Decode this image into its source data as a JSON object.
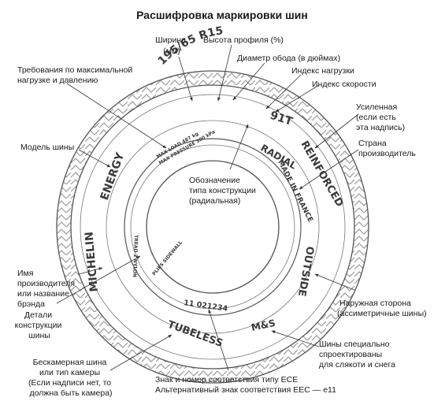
{
  "title": "Расшифровка маркировки шин",
  "tyre": {
    "size": "195/65 R15",
    "load_speed": "91T",
    "radial": "RADIAL",
    "reinforced": "REINFORCED",
    "energy": "ENERGY",
    "made_in": "MADE IN FRANCE",
    "michelin": "MICHELIN",
    "outside": "OUTSIDE",
    "tubeless": "TUBELESS",
    "ms": "M&S",
    "approval": "11 021234",
    "max_load": "MAX LOAD 487 kg",
    "max_pressure": "MAX PRESSURE 300 kPa",
    "tread": "TREAD 2 NYLON",
    "plies": "PLIES SIDEWALL"
  },
  "labels": {
    "width": [
      "Ширина",
      "(мм)"
    ],
    "profile": [
      "Высота профиля (%)"
    ],
    "rim": [
      "Диаметр обода (в дюймах)"
    ],
    "load_index": [
      "Индекс нагрузки"
    ],
    "speed_index": [
      "Индекс скорости"
    ],
    "max_load": [
      "Требования по максимальной",
      "нагрузке и давлению"
    ],
    "reinforced": [
      "Усиленная",
      "(если есть",
      "эта  надпись)"
    ],
    "model": [
      "Модель шины"
    ],
    "country": [
      "Страна",
      "производитель"
    ],
    "construction": [
      "Обозначение",
      "типа конструкции",
      "(радиальная)"
    ],
    "brand": [
      "Имя",
      "производителя",
      "или название",
      "брэнда"
    ],
    "details": [
      "Детали",
      "конструкции",
      "шины"
    ],
    "outside": [
      "Наружная сторона",
      "(ассиметричные шины)"
    ],
    "ms": [
      "Шины специально",
      "спроектированы",
      "для  слякоти и снега"
    ],
    "tubeless": [
      "Бескамерная шина",
      "или тип камеры",
      "(Если надписи нет, то",
      " должна быть камера)"
    ],
    "approval": [
      "Знак и номер соответствия типу ECE",
      "Альтернативный знак соответствия EEC — e11"
    ]
  }
}
